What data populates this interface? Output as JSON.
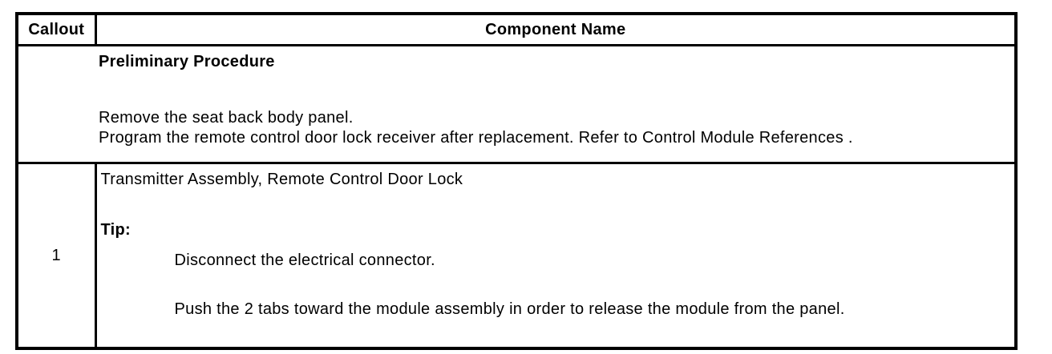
{
  "page": {
    "background": "#ffffff",
    "text_color": "#000000",
    "border_color": "#000000"
  },
  "table": {
    "header": {
      "callout_label": "Callout",
      "component_name_label": "Component Name"
    },
    "preliminary_row": {
      "title": "Preliminary Procedure",
      "steps": [
        "Remove the seat back body panel.",
        "Program the remote control door lock receiver after replacement. Refer to Control Module References ."
      ]
    },
    "component_rows": [
      {
        "callout": "1",
        "name": "Transmitter Assembly, Remote Control Door Lock",
        "tip_label": "Tip:",
        "tips": [
          "Disconnect the electrical connector.",
          "Push the 2 tabs toward the module assembly in order to release the module from the panel."
        ]
      }
    ]
  }
}
